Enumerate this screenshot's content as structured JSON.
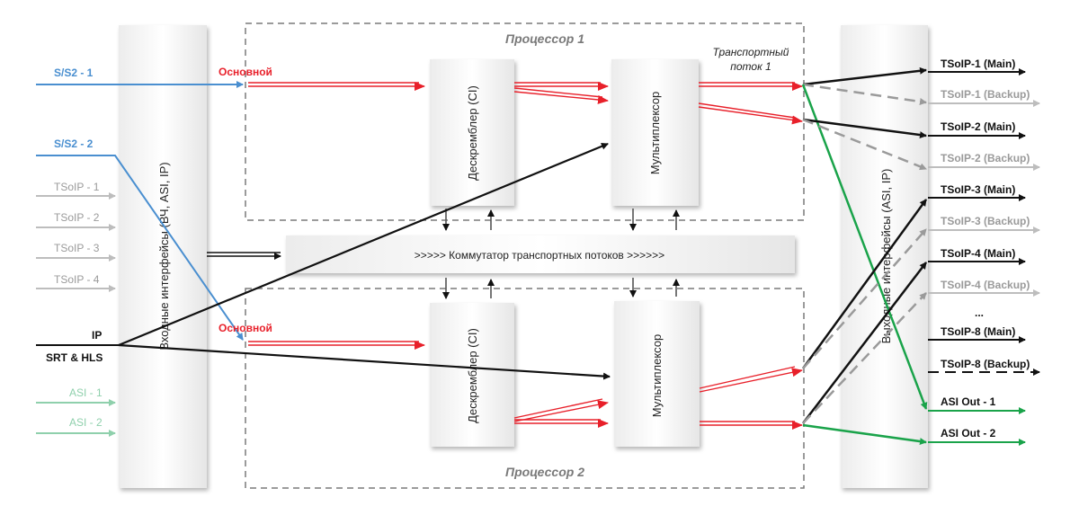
{
  "processor1": {
    "title": "Процессор 1"
  },
  "processor2": {
    "title": "Процессор 2"
  },
  "input_panel": {
    "label": "Входные интерфейсы (ВЧ, ASI, IP)"
  },
  "output_panel": {
    "label": "Выходные интерфейсы (ASI, IP)"
  },
  "switch": {
    "label": ">>>>>  Коммутатор транспортных потоков  >>>>>>"
  },
  "blocks": {
    "descrambler1": "Дескремблер (CI)",
    "mux1": "Мультиплексор",
    "descrambler2": "Дескремблер (CI)",
    "mux2": "Мультиплексор"
  },
  "annotations": {
    "main1": "Основной",
    "main2": "Основной",
    "ts1_line1": "Транспортный",
    "ts1_line2": "поток 1"
  },
  "inputs": {
    "s2_1": "S/S2 - 1",
    "s2_2": "S/S2 - 2",
    "tsoip_1": "TSoIP - 1",
    "tsoip_2": "TSoIP - 2",
    "tsoip_3": "TSoIP - 3",
    "tsoip_4": "TSoIP - 4",
    "ip": "IP",
    "srt_hls": "SRT & HLS",
    "asi_1": "ASI - 1",
    "asi_2": "ASI - 2"
  },
  "outputs": {
    "tsoip1_main": "TSoIP-1 (Main)",
    "tsoip1_backup": "TSoIP-1 (Backup)",
    "tsoip2_main": "TSoIP-2 (Main)",
    "tsoip2_backup": "TSoIP-2 (Backup)",
    "tsoip3_main": "TSoIP-3 (Main)",
    "tsoip3_backup": "TSoIP-3 (Backup)",
    "tsoip4_main": "TSoIP-4 (Main)",
    "tsoip4_backup": "TSoIP-4 (Backup)",
    "ellipsis": "...",
    "tsoip8_main": "TSoIP-8 (Main)",
    "tsoip8_backup": "TSoIP-8 (Backup)",
    "asi_out_1": "ASI Out - 1",
    "asi_out_2": "ASI Out - 2"
  },
  "colors": {
    "blue": "#4a8fd0",
    "red": "#e8202a",
    "black": "#111111",
    "grey": "#9a9a9a",
    "green": "#1aa34a",
    "light_green": "#8fd0ac"
  }
}
